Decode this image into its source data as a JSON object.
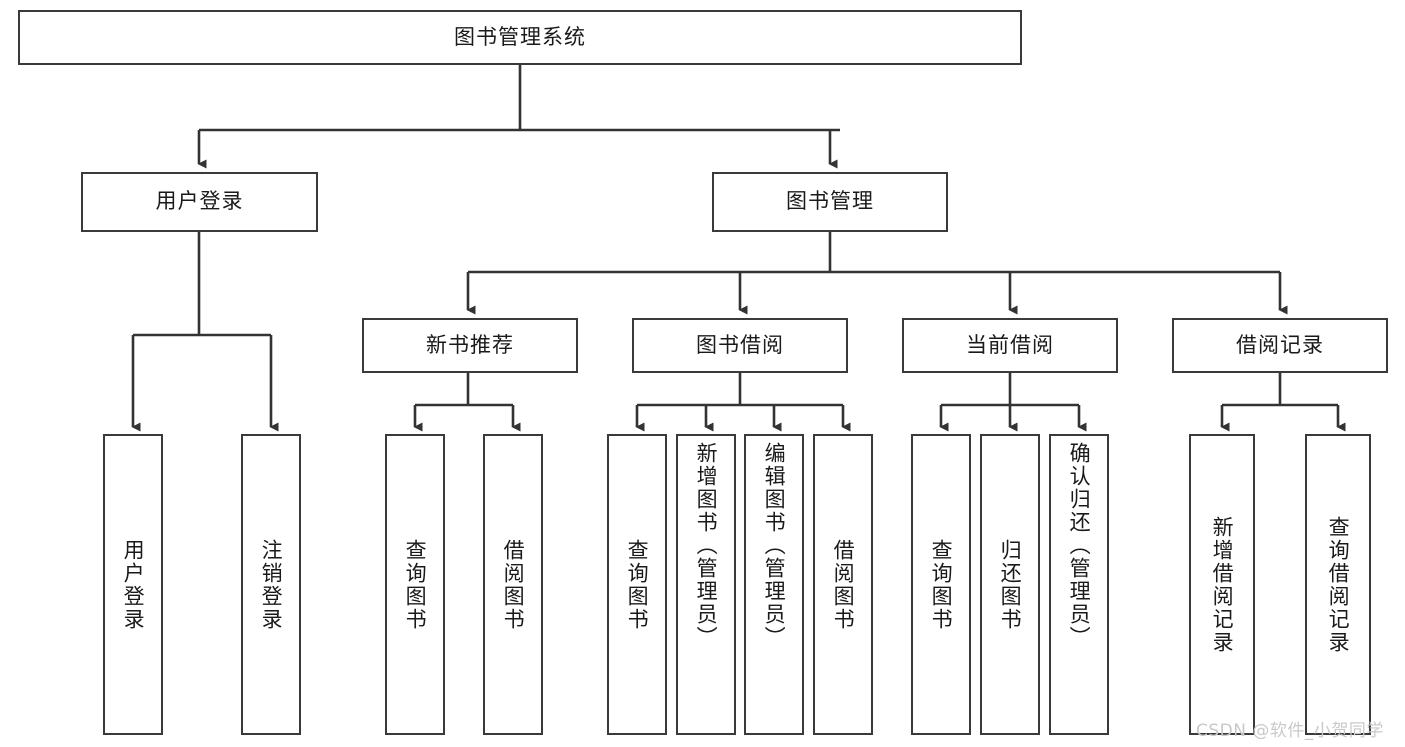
{
  "diagram": {
    "title": "图书管理系统",
    "watermark": "CSDN @软件_小贺同学",
    "style": {
      "background": "#ffffff",
      "box_border": "#3a3a3a",
      "box_fill": "#ffffff",
      "line": "#333333",
      "text": "#1a1a1a",
      "watermark_color": "#c9c9c9"
    },
    "root": {
      "label": "图书管理系统"
    },
    "level2": [
      {
        "label": "用户登录"
      },
      {
        "label": "图书管理"
      }
    ],
    "level3": [
      {
        "label": "新书推荐"
      },
      {
        "label": "图书借阅"
      },
      {
        "label": "当前借阅"
      },
      {
        "label": "借阅记录"
      }
    ],
    "leaves": {
      "user_login": [
        {
          "label": "用户登录"
        },
        {
          "label": "注销登录"
        }
      ],
      "new_book": [
        {
          "label": "查询图书"
        },
        {
          "label": "借阅图书"
        }
      ],
      "book_borrow": [
        {
          "label": "查询图书"
        },
        {
          "label": "新增图书（管理员）"
        },
        {
          "label": "编辑图书（管理员）"
        },
        {
          "label": "借阅图书"
        }
      ],
      "current_borrow": [
        {
          "label": "查询图书"
        },
        {
          "label": "归还图书"
        },
        {
          "label": "确认归还（管理员）"
        }
      ],
      "borrow_record": [
        {
          "label": "新增借阅记录"
        },
        {
          "label": "查询借阅记录"
        }
      ]
    }
  }
}
